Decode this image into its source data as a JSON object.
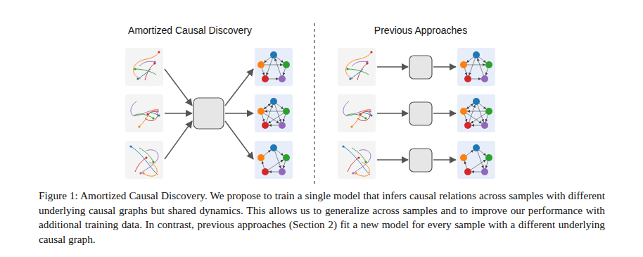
{
  "diagram": {
    "caption": "Figure 1: Amortized Causal Discovery. We propose to train a single model that infers causal relations across samples with different underlying causal graphs but shared dynamics. This allows us to generalize across samples and to improve our performance with additional training data. In contrast, previous approaches (Section 2) fit a new model for every sample with a different underlying causal graph.",
    "labels": [
      "Amortized Causal Discovery",
      "Previous Approaches"
    ]
  }
}
